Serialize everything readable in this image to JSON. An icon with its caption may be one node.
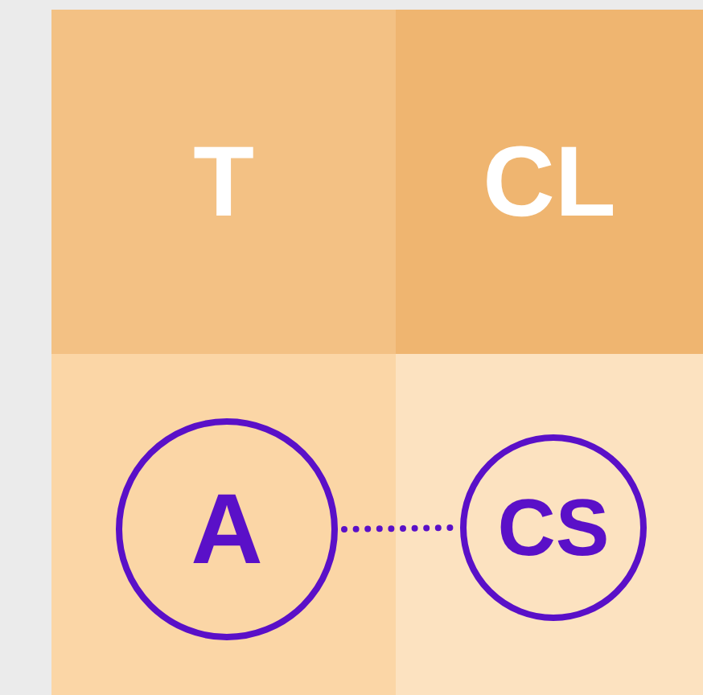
{
  "diagram": {
    "nodes": [
      {
        "text": [
          "T"
        ]
      },
      {
        "text": [
          "CL"
        ]
      },
      {
        "text": [
          "A"
        ]
      },
      {
        "text": [
          "CS"
        ]
      }
    ],
    "edges": [
      {
        "from": 2,
        "to": 3,
        "arrow": "none",
        "style": "dashed"
      }
    ]
  }
}
